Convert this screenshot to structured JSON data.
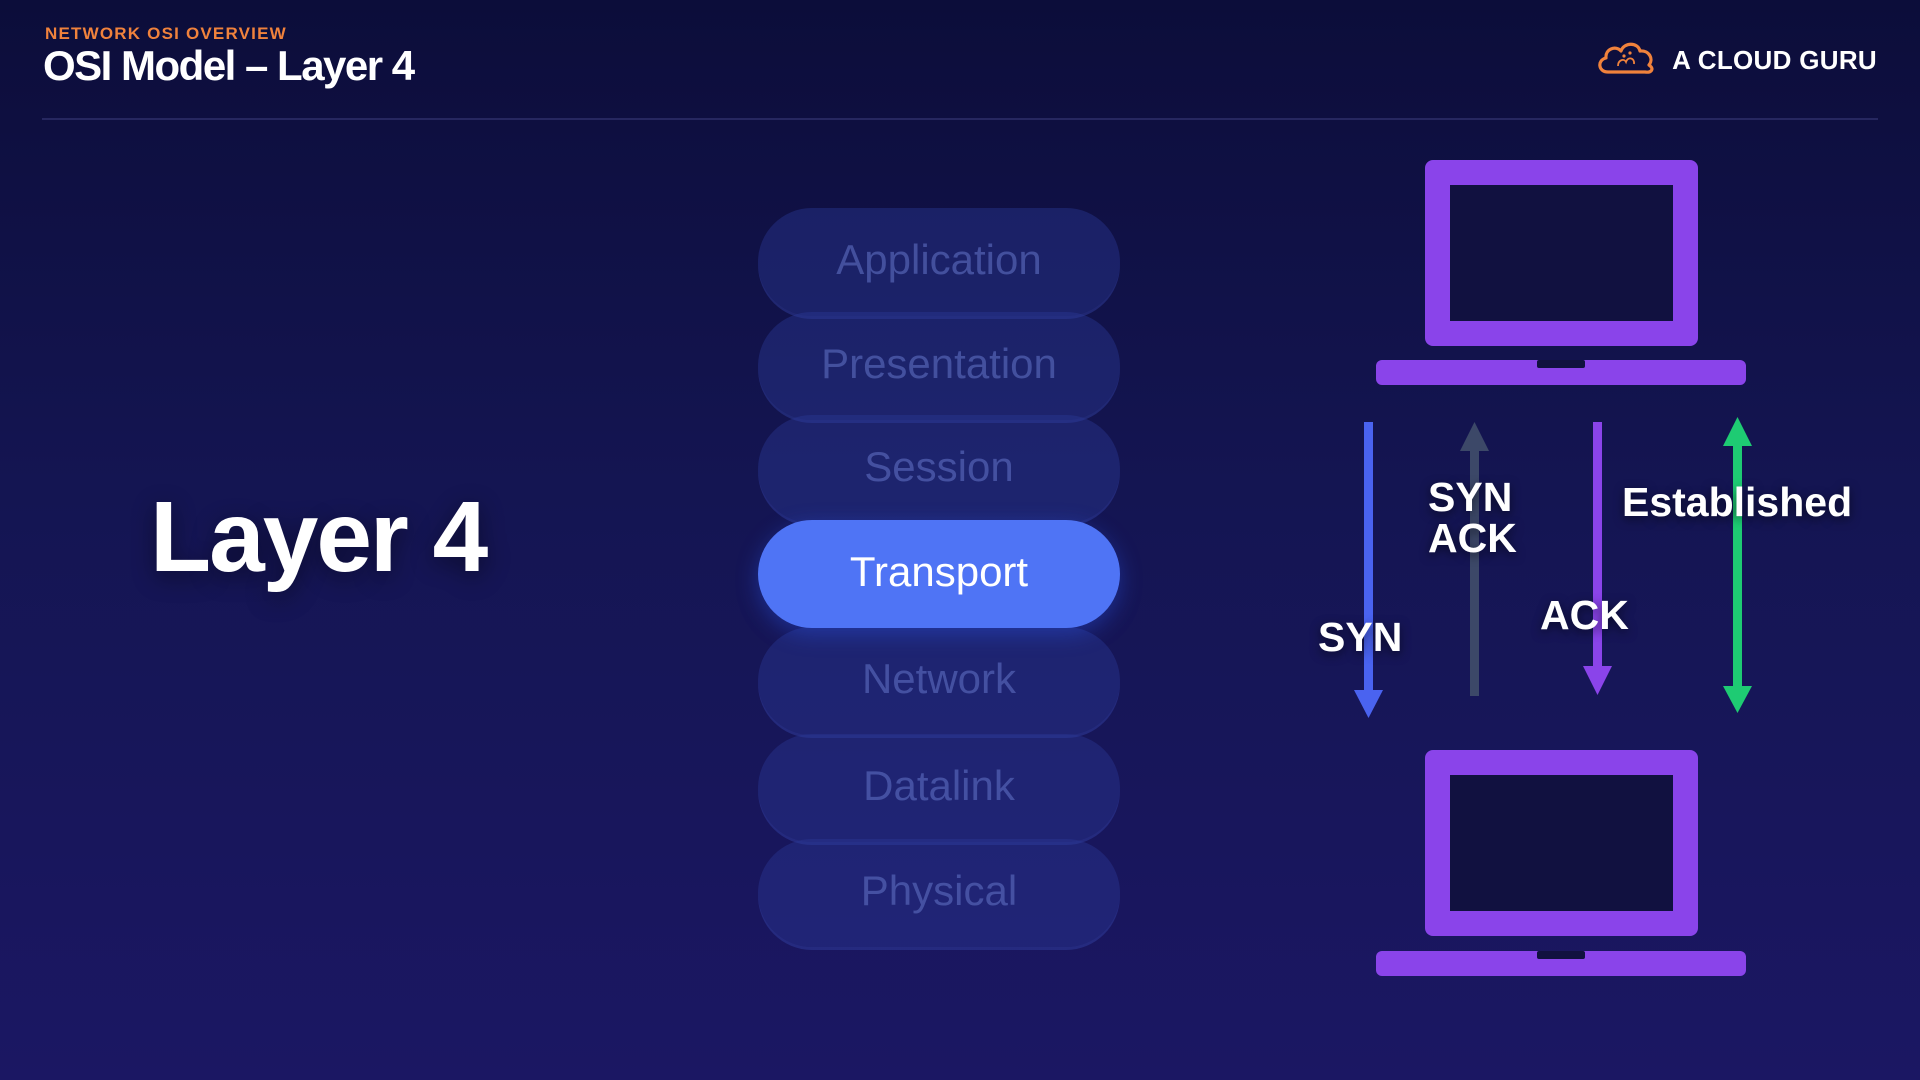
{
  "header": {
    "eyebrow": "NETWORK OSI OVERVIEW",
    "title": "OSI Model – Layer 4"
  },
  "brand": {
    "name": "A CLOUD GURU",
    "icon": "cloud-logo-icon",
    "color": "#f0823c"
  },
  "main": {
    "layer_label": "Layer 4"
  },
  "osi_stack": {
    "active": "Transport",
    "active_color": "#4f74f5",
    "layers": [
      {
        "label": "Application"
      },
      {
        "label": "Presentation"
      },
      {
        "label": "Session"
      },
      {
        "label": "Transport"
      },
      {
        "label": "Network"
      },
      {
        "label": "Datalink"
      },
      {
        "label": "Physical"
      }
    ]
  },
  "handshake": {
    "top_device": "laptop-icon",
    "bottom_device": "laptop-icon",
    "device_color": "#8a44ea",
    "arrows": [
      {
        "label_lines": [
          "SYN"
        ],
        "direction": "down",
        "color": "#4a63f0"
      },
      {
        "label_lines": [
          "SYN",
          "ACK"
        ],
        "direction": "up",
        "color": "#3c4868"
      },
      {
        "label_lines": [
          "ACK"
        ],
        "direction": "down",
        "color": "#8a44ea"
      },
      {
        "label_lines": [
          "Established"
        ],
        "direction": "both",
        "color": "#1ecb73"
      }
    ]
  }
}
